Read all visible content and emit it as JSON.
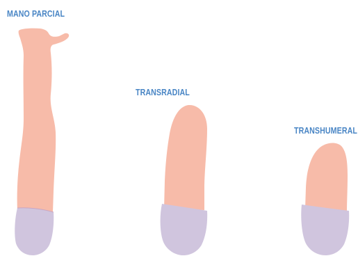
{
  "labels": {
    "mano_parcial": "MANO PARCIAL",
    "transradial": "TRANSRADIAL",
    "transhumeral": "TRANSHUMERAL"
  },
  "colors": {
    "label": "#4a86c5",
    "skin": "#f7bba9",
    "sleeve": "#d0c5de",
    "seam": "#c9a6c3"
  }
}
